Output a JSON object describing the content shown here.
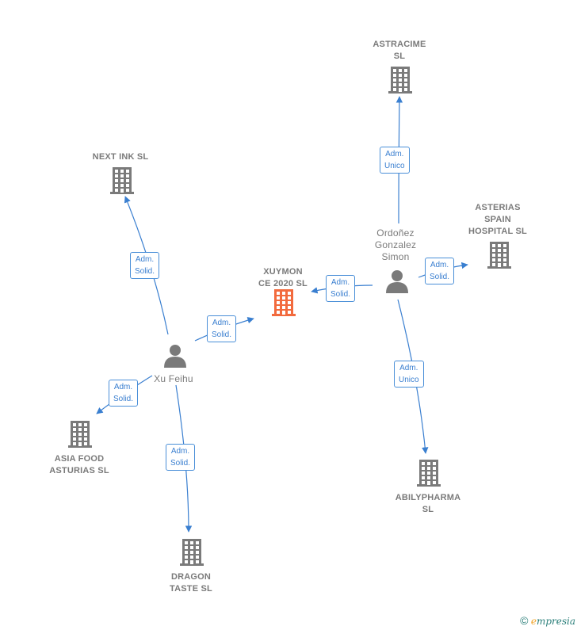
{
  "nodes": [
    {
      "id": "xuymon",
      "kind": "company",
      "focus": true,
      "lines": [
        "XUYMON",
        "CE 2020  SL"
      ]
    },
    {
      "id": "next_ink",
      "kind": "company",
      "lines": [
        "NEXT INK  SL"
      ]
    },
    {
      "id": "astracime",
      "kind": "company",
      "lines": [
        "ASTRACIME",
        "SL"
      ]
    },
    {
      "id": "asterias",
      "kind": "company",
      "lines": [
        "ASTERIAS",
        "SPAIN",
        "HOSPITAL  SL"
      ]
    },
    {
      "id": "asia_food",
      "kind": "company",
      "lines": [
        "ASIA FOOD",
        "ASTURIAS  SL"
      ]
    },
    {
      "id": "dragon",
      "kind": "company",
      "lines": [
        "DRAGON",
        "TASTE  SL"
      ]
    },
    {
      "id": "abilypharma",
      "kind": "company",
      "lines": [
        "ABILYPHARMA",
        "SL"
      ]
    },
    {
      "id": "xu_feihu",
      "kind": "person",
      "lines": [
        "Xu Feihu"
      ]
    },
    {
      "id": "ordonez",
      "kind": "person",
      "lines": [
        "Ordoñez",
        "Gonzalez",
        "Simon"
      ]
    }
  ],
  "edges": [
    {
      "from": "xu_feihu",
      "to": "next_ink",
      "label": [
        "Adm.",
        "Solid."
      ]
    },
    {
      "from": "xu_feihu",
      "to": "xuymon",
      "label": [
        "Adm.",
        "Solid."
      ]
    },
    {
      "from": "xu_feihu",
      "to": "asia_food",
      "label": [
        "Adm.",
        "Solid."
      ]
    },
    {
      "from": "xu_feihu",
      "to": "dragon",
      "label": [
        "Adm.",
        "Solid."
      ]
    },
    {
      "from": "ordonez",
      "to": "xuymon",
      "label": [
        "Adm.",
        "Solid."
      ]
    },
    {
      "from": "ordonez",
      "to": "astracime",
      "label": [
        "Adm.",
        "Unico"
      ]
    },
    {
      "from": "ordonez",
      "to": "asterias",
      "label": [
        "Adm.",
        "Solid."
      ]
    },
    {
      "from": "ordonez",
      "to": "abilypharma",
      "label": [
        "Adm.",
        "Unico"
      ]
    }
  ],
  "colors": {
    "edge": "#3a7fd0",
    "company": "#7a7a7a",
    "focus": "#f26a3d",
    "person": "#7a7a7a"
  },
  "icons": {
    "company": "building-icon",
    "person": "person-icon"
  },
  "footer": {
    "copyright": "©",
    "brand_e": "e",
    "brand_rest": "mpresia"
  }
}
